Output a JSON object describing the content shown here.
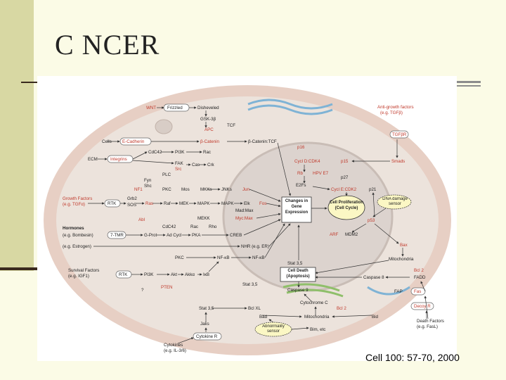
{
  "slide": {
    "title": "C NCER",
    "citation": "Cell 100: 57-70, 2000"
  },
  "colors": {
    "background": "#fbfbe6",
    "left_bar": "#d8d8a3",
    "cell_outer": "#e7cfc4",
    "cell_inner": "#ece3dc",
    "nucleus": "#dcd3ce",
    "label_red": "#c0392b"
  },
  "diagram": {
    "labels": {
      "wnt": "WNT",
      "frizzled": "Frizzled",
      "disheveled": "Disheveled",
      "gsk": "GSK-3β",
      "apc": "APC",
      "tcf": "TCF",
      "cells": "Cells",
      "e_cadherin": "E-Cadherin",
      "b_catenin": "β-Catenin",
      "b_catenin_tcf": "β-Catenin:TCF",
      "ecm": "ECM",
      "integrins": "Integrins",
      "cdc42_top": "CdC42",
      "pi3k_top": "PI3K",
      "rac_top": "Rac",
      "fak": "FAK",
      "cas": "Cas",
      "crk": "Crk",
      "src": "Src",
      "fyn": "Fyn",
      "shc": "Shc",
      "plc": "PLC",
      "nf1": "NF1",
      "pkc_mid": "PKC",
      "mos": "Mos",
      "mkks": "MKKs",
      "jnks": "JNKs",
      "jun": "Jun",
      "growth_factors": "Growth Factors",
      "growth_factors_eg": "(e.g. TGFα)",
      "rtk": "RTK",
      "grb2": "Grb2",
      "sos": "SOS",
      "ras": "Ras",
      "raf": "Raf",
      "mek": "MEK",
      "mapk": "MAPK",
      "mapk2": "MAPK",
      "elk": "Elk",
      "fos": "Fos",
      "mad_max": "Mad:Max",
      "myc_max": "Myc:Max",
      "abl": "Abl",
      "mekk": "MEKK",
      "cdc42_low": "CdC42",
      "rac_low": "Rac",
      "rho": "Rho",
      "hormones": "Hormones",
      "hormones_eg": "(e.g. Bombesin)",
      "seven_tmr": "7-TMR",
      "g_prot": "G-Prot",
      "ad_cycl": "Ad Cycl",
      "pka": "PKA",
      "creb": "CREB",
      "estrogen": "(e.g. Estrogen)",
      "nhr": "NHR (e.g. ER)",
      "changes": "Changes in Gene Expression",
      "cell_prolif": "Cell Proliferation (Cell Cycle)",
      "p16": "p16",
      "cycd_cdk4": "Cycl D:CDK4",
      "p15": "p15",
      "rb": "Rb",
      "hpv": "HPV E7",
      "e2fs": "E2Fs",
      "p27": "p27",
      "cyce_cdk2": "Cycl E:CDK2",
      "p21": "p21",
      "dna_damage": "DNA damage sensor",
      "p53": "p53",
      "arf": "ARF",
      "mdm2": "MDM2",
      "anti_growth": "Anti-growth factors",
      "anti_growth_eg": "(e.g. TGFβ)",
      "tgfbr": "TGFβR",
      "smads": "Smads",
      "bax": "Bax",
      "mitochondria": "Mitochondria",
      "bcl2_right": "Bcl 2",
      "fadd": "FADD",
      "caspase8": "Caspase 8",
      "fap": "FAP",
      "fas": "Fas",
      "decoy_r": "Decoy R",
      "death_factors": "Death Factors",
      "death_factors_eg": "(e.g. FasL)",
      "pkc_low": "PKC",
      "nfkb": "NF-κB",
      "nfkb2": "NF-κB",
      "stat35_top": "Stat 3,5",
      "survival_factors": "Survival Factors",
      "survival_eg": "(e.g. IGF1)",
      "rtk_low": "RTK",
      "pi3k_low": "PI3K",
      "akt": "Akt",
      "akkalpha": "Akkα",
      "ikb": "IκB",
      "pten": "PTEN",
      "cell_death": "Cell Death (Apoptosis)",
      "caspase9": "Caspase 9",
      "stat35_mid": "Stat 3,5",
      "cytochrome_c": "Cytochrome C",
      "bcl2_low": "Bcl 2",
      "stat35_low": "Stat 3,5",
      "bcl_xl": "Bcl XL",
      "bad": "Bad",
      "mitochondria_low": "Mitochondria",
      "bid": "Bid",
      "jaks": "Jaks",
      "abnormality": "Abnormality sensor",
      "bim": "Bim, etc",
      "cytokine_r": "Cytokine R",
      "cytokines": "Cytokines",
      "cytokines_eg": "(e.g. IL-3/6)",
      "question": "?"
    }
  }
}
